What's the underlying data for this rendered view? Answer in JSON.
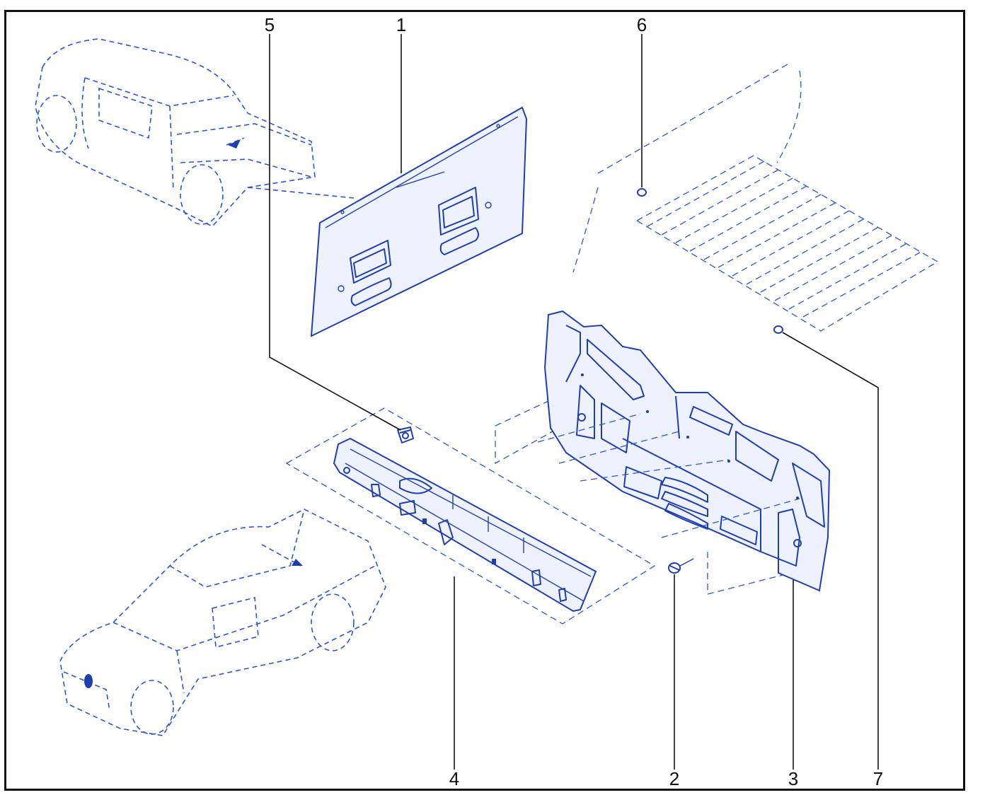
{
  "diagram": {
    "callouts": [
      {
        "id": "5",
        "label": "5"
      },
      {
        "id": "1",
        "label": "1"
      },
      {
        "id": "6",
        "label": "6"
      },
      {
        "id": "4",
        "label": "4"
      },
      {
        "id": "2",
        "label": "2"
      },
      {
        "id": "3",
        "label": "3"
      },
      {
        "id": "7",
        "label": "7"
      }
    ],
    "colors": {
      "line_art": "#1f3fb0",
      "phantom": "#2a56d6",
      "callout": "#111111",
      "border": "#111111"
    }
  }
}
